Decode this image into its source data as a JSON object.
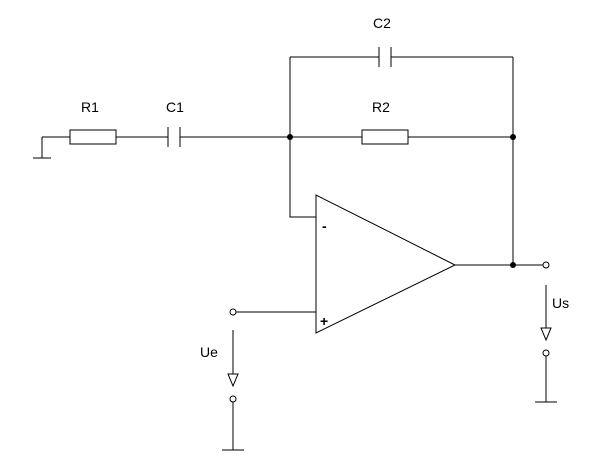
{
  "diagram": {
    "components": {
      "r1": "R1",
      "c1": "C1",
      "r2": "R2",
      "c2": "C2"
    },
    "opamp": {
      "inverting": "-",
      "non_inverting": "+"
    },
    "signals": {
      "input": "Ue",
      "output": "Us"
    }
  }
}
